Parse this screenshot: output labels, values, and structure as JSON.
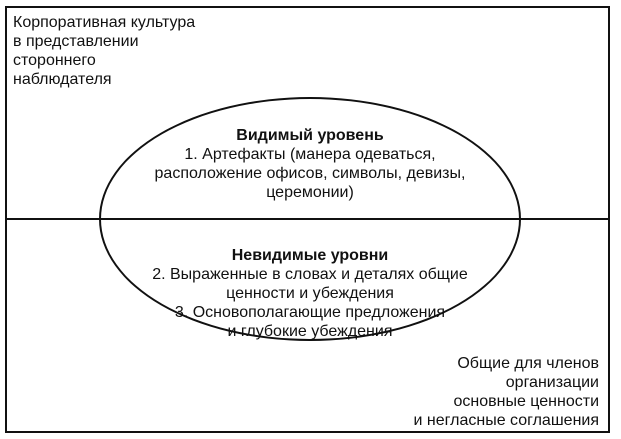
{
  "outer_label": [
    "Корпоративная культура",
    "в представлении",
    "стороннего",
    "наблюдателя"
  ],
  "visible_level": {
    "title": "Видимый уровень",
    "lines": [
      "1. Артефакты (манера одеваться,",
      "расположение офисов, символы, девизы,",
      "церемонии)"
    ]
  },
  "invisible_levels": {
    "title": "Невидимые уровни",
    "lines": [
      "2. Выраженные в словах и деталях общие",
      "ценности и убеждения",
      "3. Основополагающие предложения",
      "и глубокие убеждения"
    ]
  },
  "shared_label": [
    "Общие для членов",
    "организации",
    "основные ценности",
    "и негласные соглашения"
  ]
}
